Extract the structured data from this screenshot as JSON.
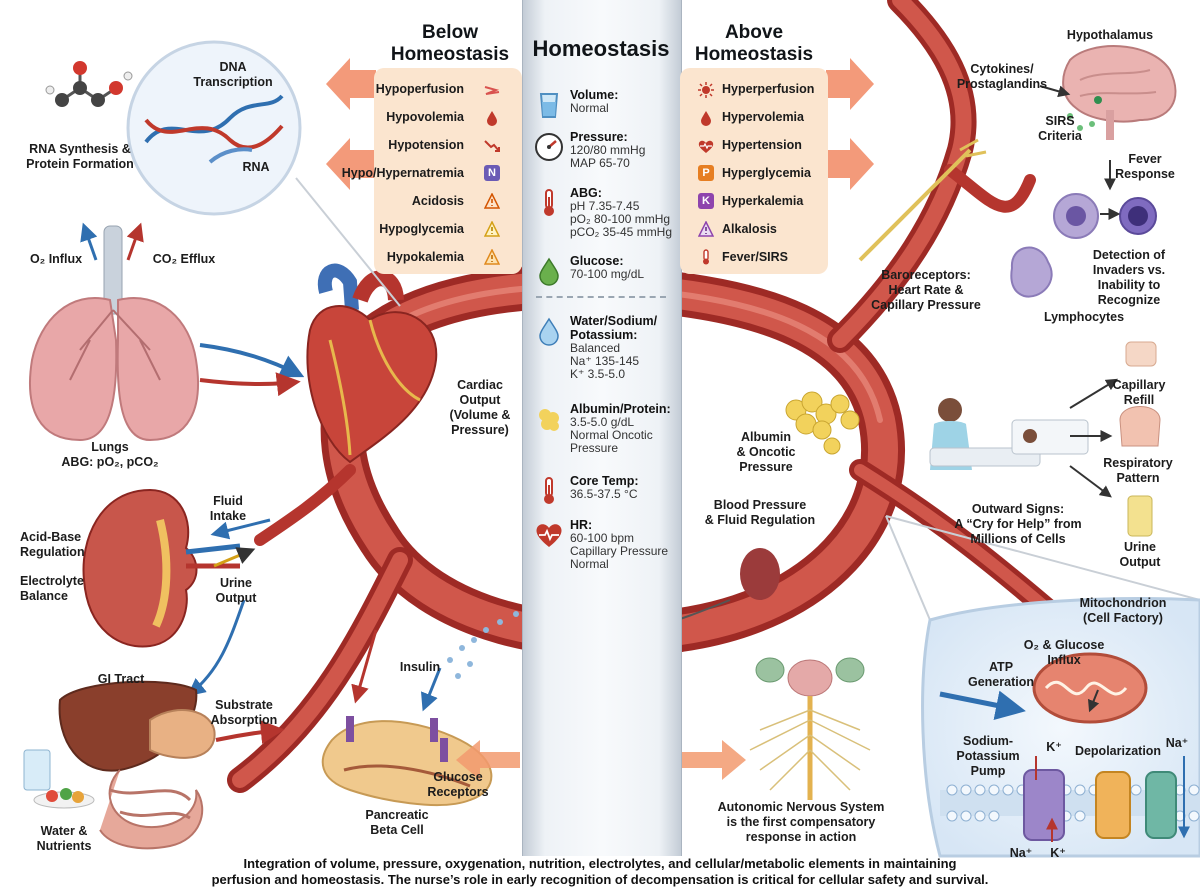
{
  "header": {
    "below_title": "Below\nHomeostasis",
    "center_title": "Homeostasis",
    "above_title": "Above\nHomeostasis"
  },
  "below_list": [
    {
      "label": "Hypoperfusion",
      "icon": "zigzag-arrow-icon",
      "color": "#d9534f"
    },
    {
      "label": "Hypovolemia",
      "icon": "blood-drop-icon",
      "color": "#c0392b"
    },
    {
      "label": "Hypotension",
      "icon": "down-trend-icon",
      "color": "#c0392b"
    },
    {
      "label": "Hypo/Hypernatremia",
      "icon": "N",
      "color": "#6b5bb5"
    },
    {
      "label": "Acidosis",
      "icon": "warning-icon",
      "color": "#d35400"
    },
    {
      "label": "Hypoglycemia",
      "icon": "warning-icon",
      "color": "#d4a017"
    },
    {
      "label": "Hypokalemia",
      "icon": "warning-icon",
      "color": "#e08a1e"
    }
  ],
  "above_list": [
    {
      "label": "Hyperperfusion",
      "icon": "sun-burst-icon",
      "color": "#c0392b"
    },
    {
      "label": "Hypervolemia",
      "icon": "blood-drop-icon",
      "color": "#c0392b"
    },
    {
      "label": "Hypertension",
      "icon": "heart-pulse-icon",
      "color": "#c0392b"
    },
    {
      "label": "Hyperglycemia",
      "icon": "P",
      "color": "#e67e22"
    },
    {
      "label": "Hyperkalemia",
      "icon": "K",
      "color": "#8e44ad"
    },
    {
      "label": "Alkalosis",
      "icon": "warning-icon",
      "color": "#8e44ad"
    },
    {
      "label": "Fever/SIRS",
      "icon": "thermometer-icon",
      "color": "#c0392b"
    }
  ],
  "homeostasis": [
    {
      "label": "Volume:",
      "value": "Normal",
      "icon": "glass-icon"
    },
    {
      "label": "Pressure:",
      "value": "120/80 mmHg\nMAP 65-70",
      "icon": "gauge-icon"
    },
    {
      "label": "ABG:",
      "value": "pH 7.35-7.45\npO₂ 80-100 mmHg\npCO₂ 35-45 mmHg",
      "icon": "thermometer-icon"
    },
    {
      "label": "Glucose:",
      "value": "70-100 mg/dL",
      "icon": "green-drop-icon"
    },
    {
      "label": "Water/Sodium/\nPotassium:",
      "value": "Balanced\nNa⁺ 135-145\nK⁺ 3.5-5.0",
      "icon": "water-drop-icon"
    },
    {
      "label": "Albumin/Protein:",
      "value": "3.5-5.0 g/dL\nNormal Oncotic\nPressure",
      "icon": "protein-icon"
    },
    {
      "label": "Core Temp:",
      "value": "36.5-37.5 °C",
      "icon": "thermometer-icon"
    },
    {
      "label": "HR:",
      "value": "60-100 bpm\nCapillary Pressure\nNormal",
      "icon": "heart-rate-icon"
    }
  ],
  "labels": {
    "dna": "DNA\nTranscription",
    "rna_synthesis": "RNA Synthesis &\nProtein Formation",
    "rna": "RNA",
    "o2_influx": "O₂ Influx",
    "co2_efflux": "CO₂ Efflux",
    "lungs": "Lungs\nABG: pO₂, pCO₂",
    "fluid_intake": "Fluid\nIntake",
    "acid_base": "Acid-Base\nRegulation",
    "electrolyte": "Electrolyte\nBalance",
    "urine_output_kidney": "Urine\nOutput",
    "gi_tract": "GI Tract",
    "substrate": "Substrate\nAbsorption",
    "water_nutrients": "Water &\nNutrients",
    "cardiac_output": "Cardiac\nOutput\n(Volume &\nPressure)",
    "insulin": "Insulin",
    "glucose_receptors": "Glucose\nReceptors",
    "pancreatic": "Pancreatic\nBeta Cell",
    "albumin_oncotic": "Albumin\n& Oncotic\nPressure",
    "bp_fluid": "Blood Pressure\n& Fluid Regulation",
    "ans": "Autonomic Nervous System\nis the first compensatory\nresponse in action",
    "hypothalamus": "Hypothalamus",
    "cytokines": "Cytokines/\nProstaglandins",
    "sirs": "SIRS\nCriteria",
    "fever": "Fever\nResponse",
    "detection": "Detection of\nInvaders vs.\nInability to\nRecognize",
    "lymphocytes": "Lymphocytes",
    "baroreceptors": "Baroreceptors:\nHeart Rate &\nCapillary Pressure",
    "capillary_refill": "Capillary\nRefill",
    "respiratory": "Respiratory\nPattern",
    "outward": "Outward Signs:\nA “Cry for Help” from\nMillions of Cells",
    "urine_output_bag": "Urine\nOutput",
    "mitochondrion": "Mitochondrion\n(Cell Factory)",
    "o2_glucose": "O₂ & Glucose\nInflux",
    "atp": "ATP\nGeneration",
    "na_k_pump": "Sodium-\nPotassium\nPump",
    "k_plus_top": "K⁺",
    "depolarization": "Depolarization",
    "na_plus_top": "Na⁺",
    "na_plus_bottom": "Na⁺",
    "k_plus_bottom": "K⁺"
  },
  "caption": {
    "line1": "Integration of volume, pressure, oxygenation, nutrition, electrolytes, and cellular/metabolic elements in maintaining",
    "line2": "perfusion and homeostasis. The nurse’s role in early recognition of decompensation is critical for cellular safety and survival."
  },
  "colors": {
    "vessel": "#b8352f",
    "vessel_light": "#d9655a",
    "panel": "#fbe5cf",
    "arrow": "#ee7b5f",
    "cell_membrane": "#e4f0fb"
  }
}
